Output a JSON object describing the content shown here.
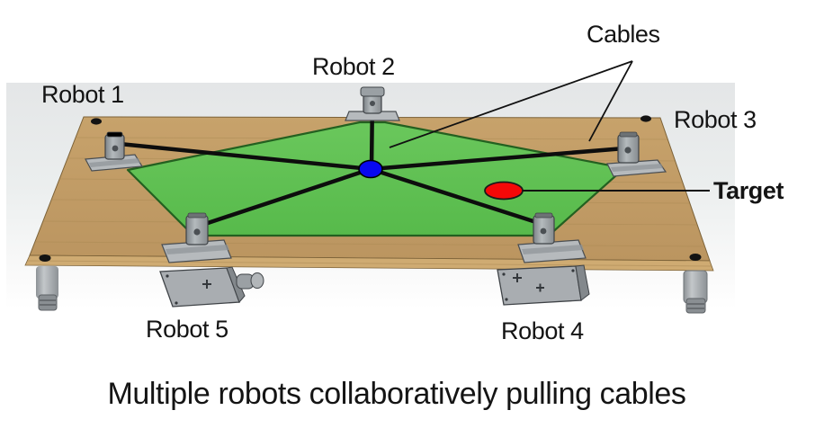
{
  "figure": {
    "caption": "Multiple robots collaboratively pulling cables",
    "labels": {
      "robot_1": "Robot 1",
      "robot_2": "Robot 2",
      "robot_3": "Robot 3",
      "robot_4": "Robot 4",
      "robot_5": "Robot 5",
      "cables": "Cables",
      "target": "Target"
    },
    "markers": {
      "center_point_color": "#0808f0",
      "target_point_color": "#f50808"
    },
    "scene_colors": {
      "workspace_green": "#5cbb4f",
      "table_wood": "#c09a63",
      "cable_black": "#0d0d0d",
      "photo_background_gray": "#e6e8e8"
    }
  }
}
